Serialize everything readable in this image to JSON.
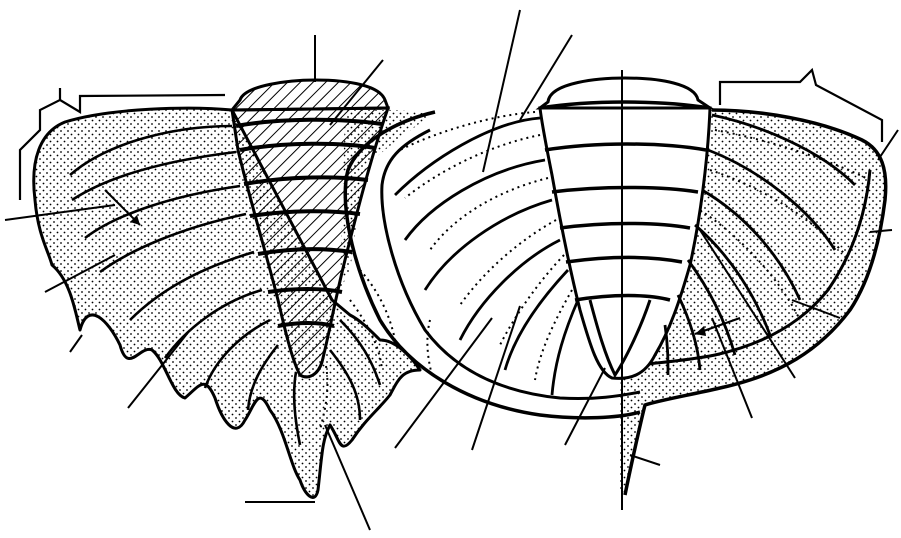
{
  "figure": {
    "kind": "trilobite-pygidium-line-drawings",
    "panels": [
      {
        "id": "left",
        "depicts": "pygidium-with-dotted-pleural-field-and-hatched-axis",
        "axial_rings": 8,
        "pleural_furrows": 7,
        "spines": 6,
        "pattern_axis": "hatched",
        "pattern_pleura": "stippled"
      },
      {
        "id": "right",
        "depicts": "pygidium-with-plain-axis-and-border",
        "axial_rings": 7,
        "pleural_furrows": 6,
        "terminal_spine": true,
        "pattern_axis": "plain",
        "pattern_pleura": "stippled-right-half"
      }
    ],
    "leader_line_count": 22,
    "bracket_count": 2,
    "colors": {
      "ink": "#000000",
      "paper": "#ffffff"
    }
  }
}
